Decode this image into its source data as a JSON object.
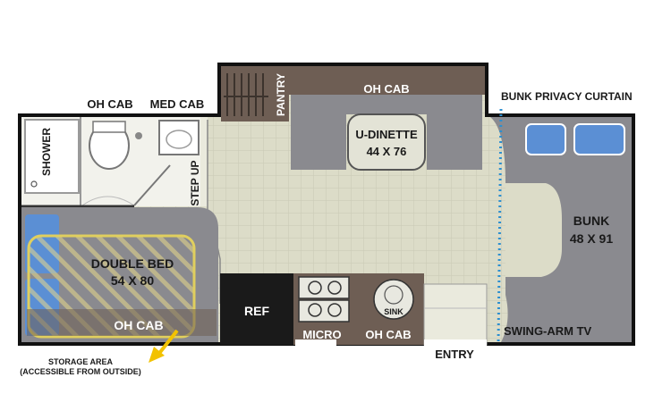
{
  "labels": {
    "oh_cab_top_left": "OH CAB",
    "med_cab": "MED CAB",
    "pantry": "PANTRY",
    "oh_cab_dinette": "OH CAB",
    "bunk_privacy_curtain": "BUNK PRIVACY CURTAIN",
    "shower": "SHOWER",
    "u_dinette": "U-DINETTE",
    "u_dinette_size": "44 X 76",
    "step_up": "STEP UP",
    "bunk": "BUNK",
    "bunk_size": "48 X 91",
    "double_bed": "DOUBLE BED",
    "double_bed_size": "54 X 80",
    "oh_cab_bed": "OH CAB",
    "ref": "REF",
    "sink": "SINK",
    "micro": "MICRO",
    "oh_cab_kitchen": "OH CAB",
    "swing_arm_tv": "SWING-ARM TV",
    "entry": "ENTRY",
    "storage_area": "STORAGE AREA",
    "storage_area_note": "(ACCESSIBLE FROM OUTSIDE)"
  },
  "colors": {
    "floor": "#ddddc9",
    "wall": "#111111",
    "cabinet": "#6e5e54",
    "cushion": "#8a8a8f",
    "curtain": "#2c8fd0",
    "arrow": "#f2c200",
    "pillow": "#5b8fd4"
  }
}
